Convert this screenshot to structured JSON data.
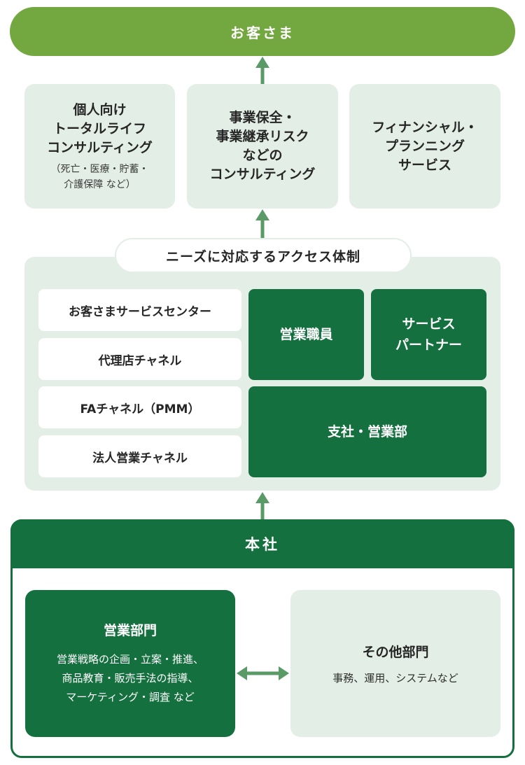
{
  "customer": {
    "label": "お客さま"
  },
  "services": [
    {
      "lines": [
        "個人向け",
        "トータルライフ",
        "コンサルティング"
      ],
      "note_lines": [
        "（死亡・医療・貯蓄・",
        "介護保障 など）"
      ]
    },
    {
      "lines": [
        "事業保全・",
        "事業継承リスク",
        "などの",
        "コンサルティング"
      ]
    },
    {
      "lines": [
        "フィナンシャル・",
        "プランニング",
        "サービス"
      ]
    }
  ],
  "channels": {
    "title": "ニーズに対応するアクセス体制",
    "items": [
      "お客さまサービスセンター",
      "代理店チャネル",
      "FAチャネル（PMM）",
      "法人営業チャネル"
    ],
    "sales_staff": "営業職員",
    "service_partner_lines": [
      "サービス",
      "パートナー"
    ],
    "branch": "支社・営業部"
  },
  "headquarters": {
    "title": "本社",
    "sales_dept": {
      "title": "営業部門",
      "desc_lines": [
        "営業戦略の企画・立案・推進、",
        "商品教育・販売手法の指導、",
        "マーケティング・調査 など"
      ]
    },
    "other_dept": {
      "title": "その他部門",
      "desc": "事務、運用、システムなど"
    }
  },
  "colors": {
    "light_green": "#72a83f",
    "dark_green": "#15703f",
    "pale_green": "#e3eee6",
    "arrow": "#5a9a67"
  }
}
